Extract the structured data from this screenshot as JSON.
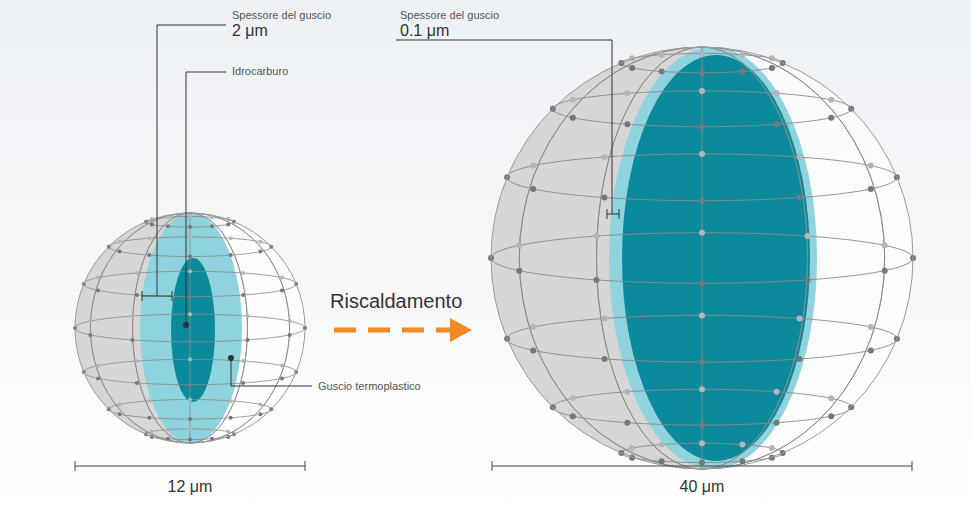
{
  "diagram": {
    "labels": [
      "Spessore del guscio",
      "2 μm",
      "Idrocarburo",
      "Guscio termoplastico",
      "Riscaldamento",
      "12 μm",
      "Spessore del guscio",
      "0.1 μm",
      "40 μm"
    ]
  }
}
